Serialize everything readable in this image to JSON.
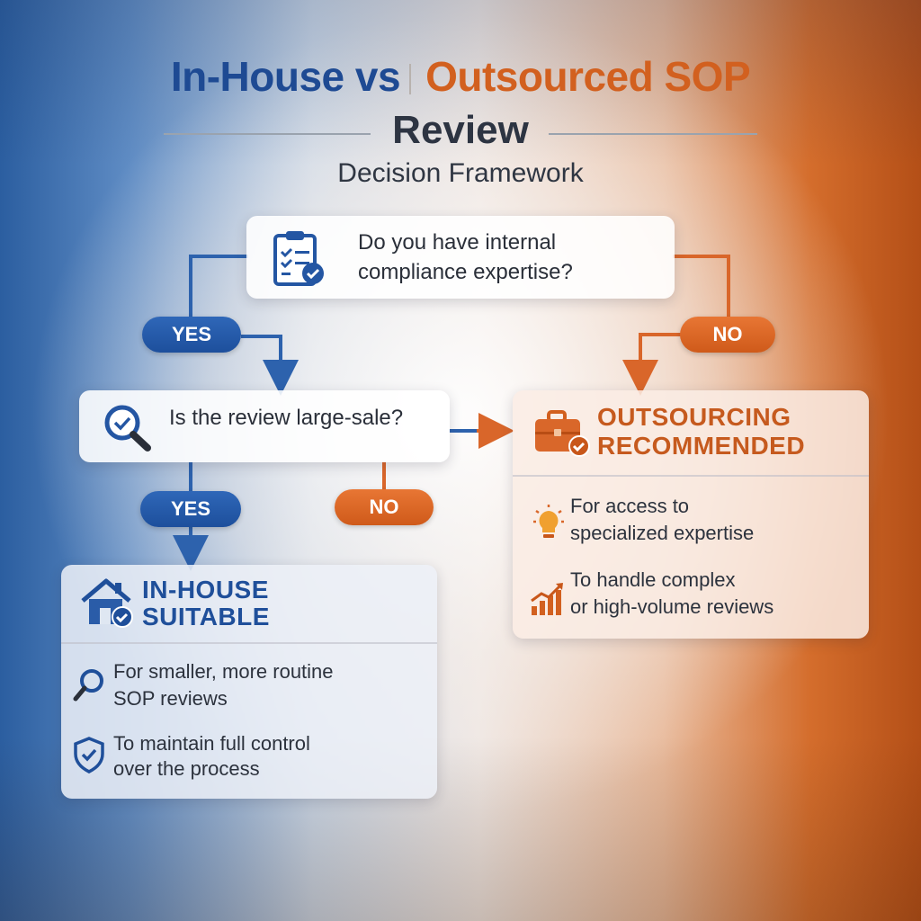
{
  "title": {
    "part1": "In-House vs",
    "part2": "Outsourced SOP",
    "line2": "Review",
    "subtitle": "Decision Framework"
  },
  "decision1": {
    "icon": "clipboard-check-icon",
    "line1": "Do you have internal",
    "line2": "compliance expertise?"
  },
  "decision1_yes": "YES",
  "decision1_no": "NO",
  "decision2": {
    "icon": "magnifier-icon",
    "text": "Is the review large-sale?"
  },
  "decision2_yes": "YES",
  "decision2_no": "NO",
  "inhouse": {
    "icon": "house-check-icon",
    "title_line1": "IN-HOUSE",
    "title_line2": "SUITABLE",
    "items": [
      {
        "icon": "search-icon",
        "line1": "For smaller, more routine",
        "line2": "SOP reviews"
      },
      {
        "icon": "shield-check-icon",
        "line1": "To maintain full control",
        "line2": "over the process"
      }
    ]
  },
  "outsourcing": {
    "icon": "briefcase-check-icon",
    "title_line1": "OUTSOURCING",
    "title_line2": "RECOMMENDED",
    "items": [
      {
        "icon": "lightbulb-icon",
        "line1": "For access to",
        "line2": "specialized expertise"
      },
      {
        "icon": "growth-chart-icon",
        "line1": "To handle complex",
        "line2": "or high-volume reviews"
      }
    ]
  },
  "colors": {
    "blue": "#1e4a93",
    "orange": "#d2601f",
    "text": "#2d3442"
  }
}
